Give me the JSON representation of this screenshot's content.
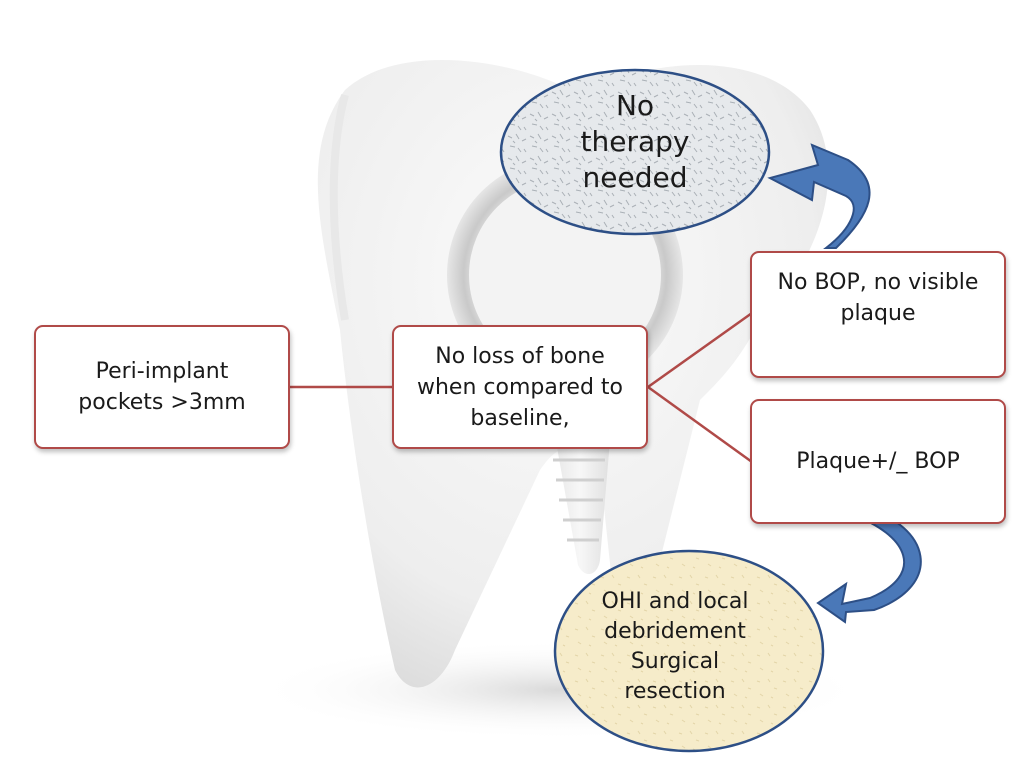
{
  "colors": {
    "box_border": "#b04a48",
    "connector": "#b04a48",
    "arrow_fill": "#4a78b8",
    "arrow_stroke": "#2d4f86",
    "ellipse_border": "#2d4f86",
    "ellipse_top_fill": "#e8ebee",
    "ellipse_bottom_fill": "#f6ecca",
    "tooth": "#f4f4f4"
  },
  "nodes": {
    "pockets": {
      "lines": [
        "Peri-implant",
        "pockets >3mm"
      ]
    },
    "no_loss": {
      "lines": [
        "No loss of bone",
        "when compared to",
        "baseline,"
      ]
    },
    "no_bop": {
      "lines": [
        "No BOP, no visible",
        "plaque"
      ]
    },
    "plaque_bop": {
      "lines": [
        "Plaque+/_ BOP"
      ]
    },
    "no_therapy": {
      "lines": [
        "No",
        "therapy",
        "needed"
      ]
    },
    "ohi": {
      "lines": [
        "OHI and local",
        "debridement",
        "Surgical",
        "resection"
      ]
    }
  },
  "icons": {
    "background": "tooth-icon",
    "arrow_top": "curved-arrow-icon",
    "arrow_bottom": "curved-arrow-icon"
  }
}
